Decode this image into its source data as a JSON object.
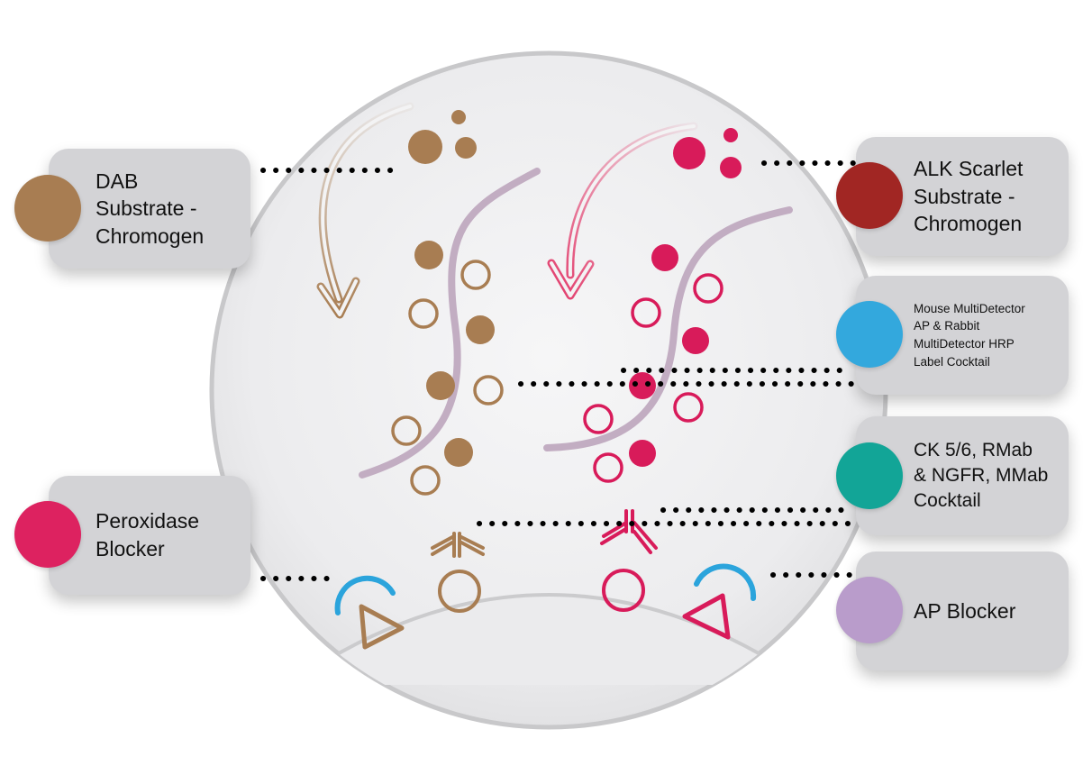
{
  "labels": {
    "dab": "DAB\nSubstrate -\nChromogen",
    "peroxidase": "Peroxidase\nBlocker",
    "alk": "ALK Scarlet\nSubstrate -\nChromogen",
    "mouse": "Mouse MultiDetector\nAP & Rabbit\nMultiDetector HRP\nLabel Cocktail",
    "ck": "CK 5/6, RMab\n& NGFR, MMab\nCocktail",
    "ap": "AP Blocker"
  },
  "colors": {
    "dab": "#a87d52",
    "peroxidase": "#dd2260",
    "alk": "#a12623",
    "mouse": "#33a8dd",
    "ck": "#12a597",
    "ap": "#b99ccb",
    "card": "#d3d3d6",
    "brown": "#a87d52",
    "magenta": "#d81b5a",
    "blue": "#2ba4dc",
    "strand": "#c2adc2"
  }
}
